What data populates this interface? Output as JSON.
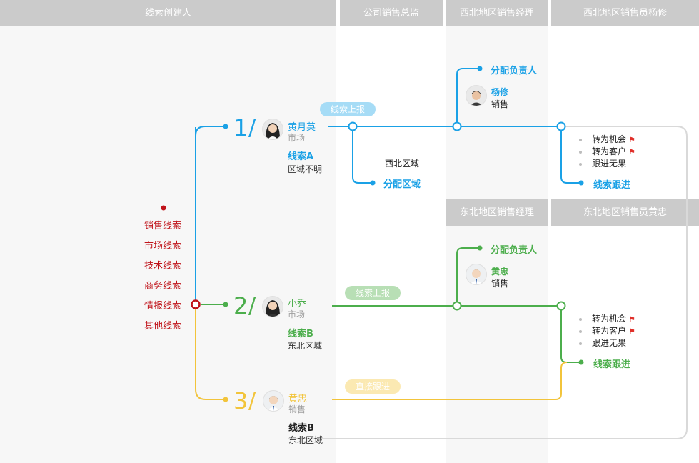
{
  "colors": {
    "blue": "#1aa1e6",
    "green": "#4cae4c",
    "yellow": "#f2c43b",
    "red": "#c0131a",
    "gray_header": "#cbcbcb",
    "lane_bg": "#f7f7f7"
  },
  "headers": {
    "creator": "线索创建人",
    "director": "公司销售总监",
    "nw_manager": "西北地区销售经理",
    "nw_rep": "西北地区销售员杨修",
    "ne_manager": "东北地区销售经理",
    "ne_rep": "东北地区销售员黄忠"
  },
  "sources": [
    "销售线索",
    "市场线索",
    "技术线索",
    "商务线索",
    "情报线索",
    "其他线索"
  ],
  "leads": [
    {
      "num": "1",
      "sep": "/",
      "person": "黄月英",
      "dept": "市场",
      "lead": "线索A",
      "region": "区域不明"
    },
    {
      "num": "2",
      "sep": "/",
      "person": "小乔",
      "dept": "市场",
      "lead": "线索B",
      "region": "东北区域"
    },
    {
      "num": "3",
      "sep": "/",
      "person": "黄忠",
      "dept": "销售",
      "lead": "线索B",
      "region": "东北区域"
    }
  ],
  "pills": {
    "report1": "线索上报",
    "report2": "线索上报",
    "direct": "直接跟进"
  },
  "north": {
    "region": "西北区域",
    "assign_region": "分配区域",
    "assign_owner": "分配负责人",
    "owner_name": "杨修",
    "owner_dept": "销售",
    "outcomes": [
      "转为机会",
      "转为客户",
      "跟进无果"
    ],
    "follow": "线索跟进"
  },
  "east": {
    "assign_owner": "分配负责人",
    "owner_name": "黄忠",
    "owner_dept": "销售",
    "outcomes": [
      "转为机会",
      "转为客户",
      "跟进无果"
    ],
    "follow": "线索跟进"
  },
  "icons": {
    "flag": "⚑"
  }
}
